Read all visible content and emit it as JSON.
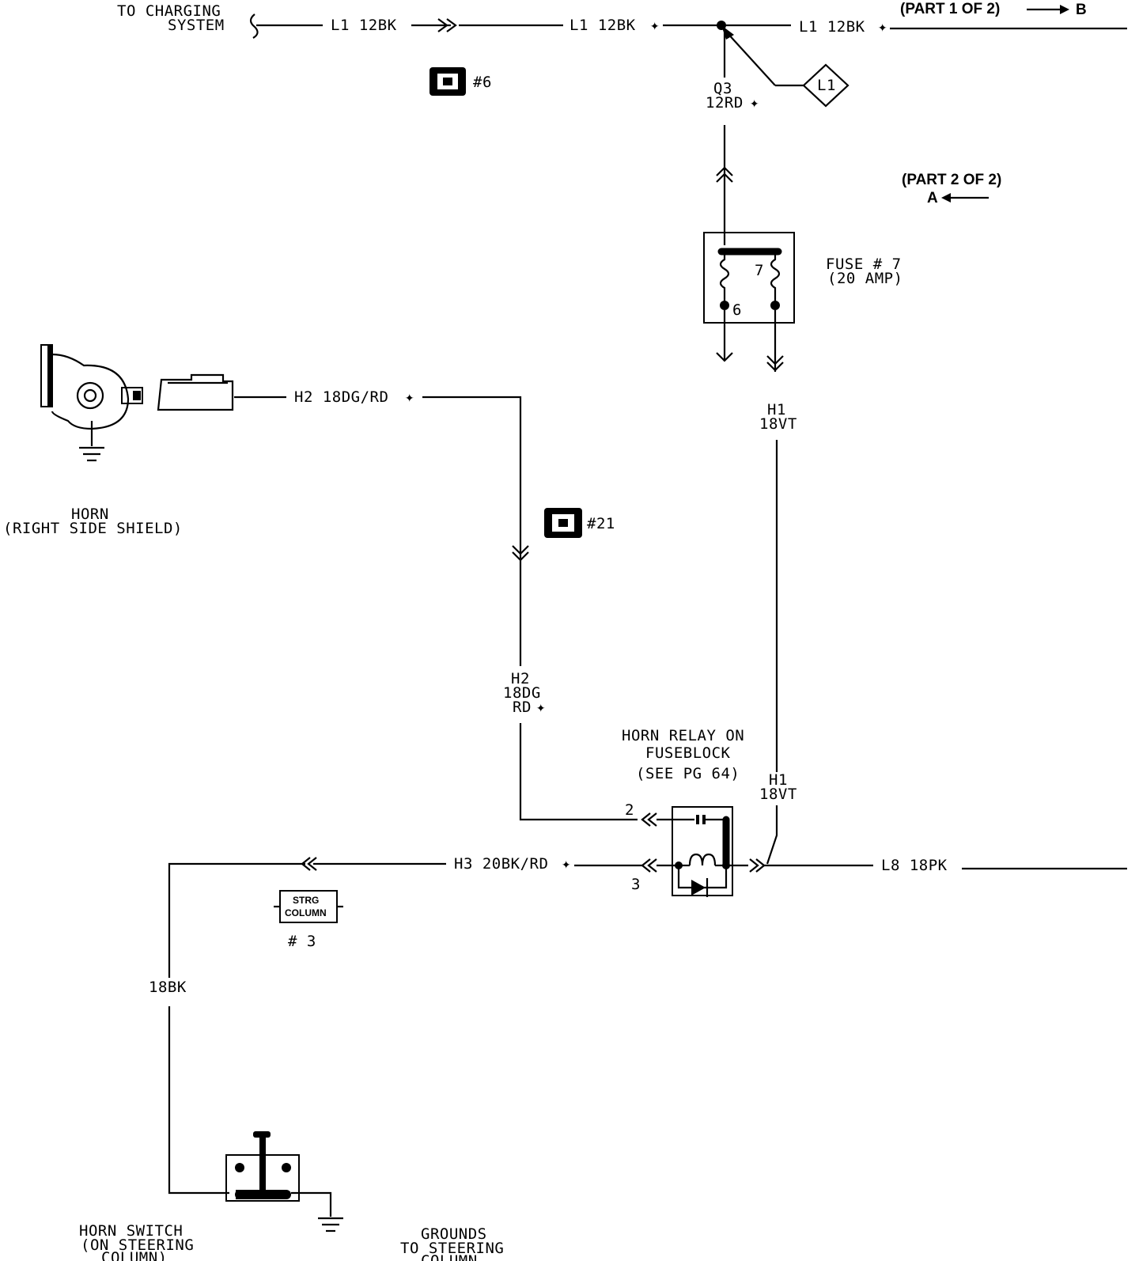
{
  "labels": {
    "charging_line1": "TO CHARGING",
    "charging_line2": "SYSTEM",
    "l1_wire_a": "L1  12BK",
    "l1_wire_b": "L1  12BK",
    "l1_wire_c": "L1  12BK",
    "part1": "(PART 1 OF 2)",
    "part1_ref": "B",
    "part2": "(PART 2 OF 2)",
    "part2_ref": "A",
    "connector6": "#6",
    "q3_line1": "Q3",
    "q3_line2": "12RD",
    "splice_ref": "L1",
    "fuse_line1": "FUSE # 7",
    "fuse_line2": "(20 AMP)",
    "fuse_pin7": "7",
    "fuse_pin6": "6",
    "h1_top_line1": "H1",
    "h1_top_line2": "18VT",
    "h2_wire": "H2  18DG/RD",
    "horn_line1": "HORN",
    "horn_line2": "(RIGHT SIDE SHIELD)",
    "connector21": "#21",
    "h2_vert_line1": "H2",
    "h2_vert_line2": "18DG",
    "h2_vert_line3": "RD",
    "relay_line1": "HORN RELAY ON",
    "relay_line2": "FUSEBLOCK",
    "relay_line3": "(SEE PG 64)",
    "h1_bot_line1": "H1",
    "h1_bot_line2": "18VT",
    "pin2": "2",
    "pin3": "3",
    "h3_wire": "H3  20BK/RD",
    "l8_wire": "L8  18PK",
    "strg_line1": "STRG",
    "strg_line2": "COLUMN",
    "strg_ref": "# 3",
    "bk_wire": "18BK",
    "switch_line1": "HORN SWITCH",
    "switch_line2": "(ON STEERING",
    "switch_line3": "COLUMN)",
    "grounds_line1": "GROUNDS",
    "grounds_line2": "TO STEERING",
    "grounds_line3": "COLUMN"
  }
}
